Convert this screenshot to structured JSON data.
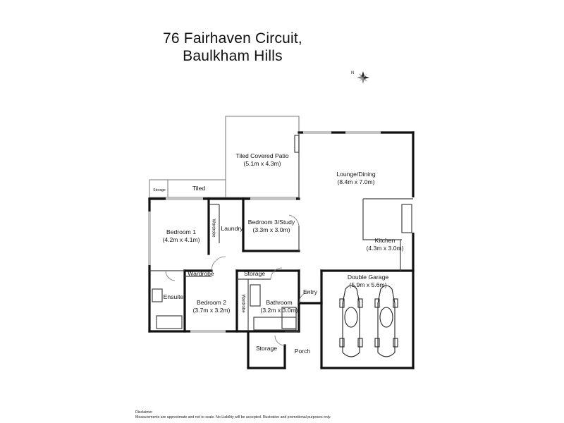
{
  "header": {
    "line1": "76 Fairhaven Circuit,",
    "line2": "Baulkham Hills"
  },
  "rooms": {
    "patio": {
      "name": "Tiled Covered Patio",
      "dim": "(5.1m x 4.3m)"
    },
    "lounge": {
      "name": "Lounge/Dining",
      "dim": "(8.4m x 7.0m)"
    },
    "storage_small": {
      "name": "Storage"
    },
    "tiled": {
      "name": "Tiled"
    },
    "bed1": {
      "name": "Bedroom 1",
      "dim": "(4.2m x 4.1m)"
    },
    "wardrobe_laundry": {
      "name": "Wardrobe"
    },
    "laundry": {
      "name": "Laundry"
    },
    "bed3": {
      "name": "Bedroom 3/Study",
      "dim": "(3.3m x 3.0m)"
    },
    "kitchen": {
      "name": "Kitchen",
      "dim": "(4.3m x 3.0m)"
    },
    "wardrobe_bed2": {
      "name": "Wardrobe"
    },
    "storage_hall": {
      "name": "Storage"
    },
    "garage": {
      "name": "Double Garage",
      "dim": "(5.9m x 5.6m)"
    },
    "ensuite": {
      "name": "Ensuite"
    },
    "bed2": {
      "name": "Bedroom 2",
      "dim": "(3.7m x 3.2m)"
    },
    "wardrobe_v": {
      "name": "Wardrobe"
    },
    "bathroom": {
      "name": "Bathroom",
      "dim": "(3.2m x 3.0m)"
    },
    "entry": {
      "name": "Entry"
    },
    "storage_porch": {
      "name": "Storage"
    },
    "porch": {
      "name": "Porch"
    }
  },
  "footer": {
    "disclaimer_title": "Disclaimer",
    "disclaimer_text": "Measurements are approximate and not to scale. No Liability will be accepted. Illustrative and promotional purposes only."
  },
  "colors": {
    "wall": "#111111",
    "thin": "#555555",
    "fixture": "#666666"
  },
  "icons": {
    "compass": "compass-rose-icon",
    "car": "car-icon"
  }
}
